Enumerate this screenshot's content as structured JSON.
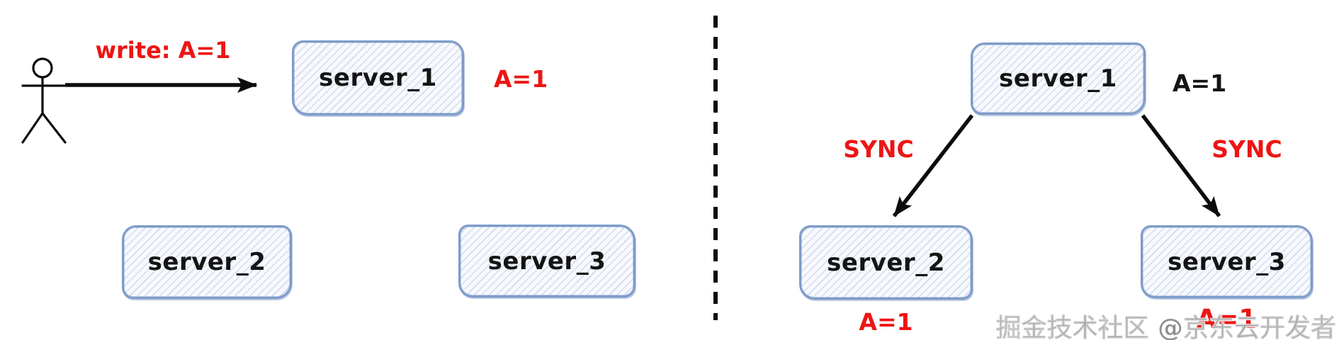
{
  "diagram": {
    "type": "distributed-replication-sketch",
    "divider": "vertical-dashed",
    "colors": {
      "accent_red": "#ed1515",
      "box_border_blue": "#7e9bc9",
      "box_fill": "#f7f9fd",
      "hatch_blue": "rgba(122,150,205,0.30)",
      "ink_black": "#141414",
      "watermark_gray": "#8c8c8c"
    },
    "left": {
      "actor": "user-stick-figure",
      "write_label": "write: A=1",
      "server1": {
        "label": "server_1",
        "value": "A=1"
      },
      "server2": {
        "label": "server_2"
      },
      "server3": {
        "label": "server_3"
      }
    },
    "right": {
      "server1": {
        "label": "server_1",
        "value": "A=1"
      },
      "server2": {
        "label": "server_2",
        "value": "A=1"
      },
      "server3": {
        "label": "server_3",
        "value": "A=1"
      },
      "sync_label": "SYNC"
    },
    "watermark": "掘金技术社区 @京东云开发者"
  }
}
